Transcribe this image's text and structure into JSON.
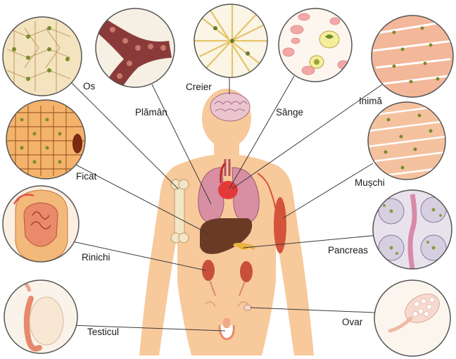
{
  "labels": {
    "bone": "Os",
    "lung": "Plămân",
    "brain": "Creier",
    "blood": "Sânge",
    "heart": "Inimă",
    "liver": "Ficat",
    "muscle": "Mușchi",
    "kidney": "Rinichi",
    "pancreas": "Pancreas",
    "testis": "Testicul",
    "ovary": "Ovar"
  },
  "colors": {
    "body": "#f7c99b",
    "leader_line": "#3a3a3a",
    "bone_cell": "#f1d9b0",
    "lung_tissue": "#8b3a3a",
    "nerve_fiber": "#e6c86a",
    "blood_cell": "#f4a7a7",
    "cardiac_muscle": "#f3b79a",
    "liver_cell": "#f1a961",
    "skeletal_muscle": "#f5c2a0",
    "kidney": "#e78b6a",
    "pancreas_cell": "#c4b8cc",
    "testis": "#e7896b",
    "ovary": "#f7d9cf",
    "circle_border": "#555555"
  }
}
